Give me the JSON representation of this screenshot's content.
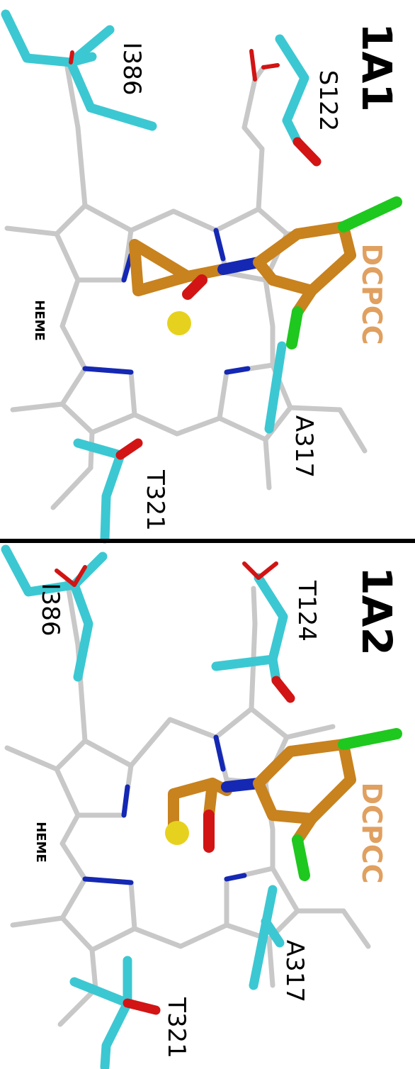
{
  "panels": [
    {
      "id": "1A1",
      "title": "1A1",
      "heme_label": "HEME",
      "ligand_label": "DCPCC",
      "residues": [
        "S122",
        "I386",
        "T321",
        "A317"
      ]
    },
    {
      "id": "1A2",
      "title": "1A2",
      "heme_label": "HEME",
      "ligand_label": "DCPCC",
      "residues": [
        "T124",
        "I386",
        "T321",
        "A317"
      ]
    }
  ],
  "colors": {
    "heme": "#c8c8c8",
    "nitrogen": "#1428b4",
    "oxygen": "#d21414",
    "chlorine": "#1ec81e",
    "ligand_carbon": "#c8821e",
    "residue_carbon": "#3cc8d2",
    "iron": "#e6d21e",
    "ligand_label": "#e0a060",
    "divider": "#000000"
  }
}
